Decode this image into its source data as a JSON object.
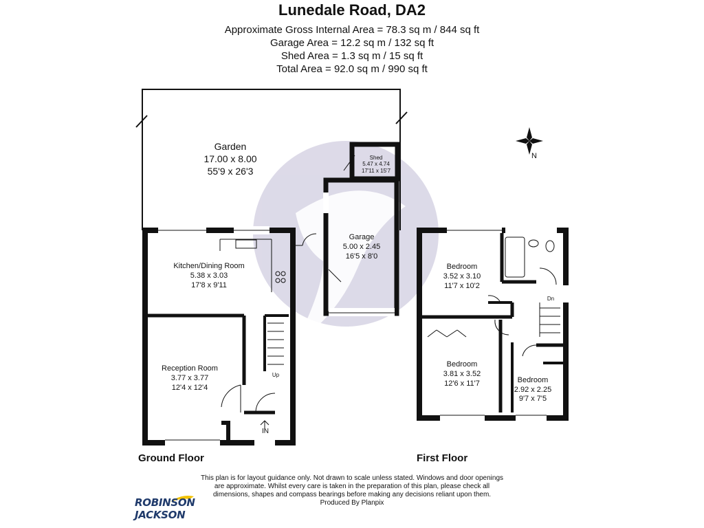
{
  "header": {
    "title": "Lunedale Road, DA2",
    "areas": [
      "Approximate Gross Internal Area = 78.3 sq m / 844 sq ft",
      "Garage Area = 12.2 sq m / 132 sq ft",
      "Shed Area = 1.3 sq m / 15 sq ft",
      "Total Area = 92.0 sq m / 990 sq ft"
    ]
  },
  "rooms": {
    "garden": {
      "name": "Garden",
      "metric": "17.00 x 8.00",
      "imperial": "55'9 x 26'3"
    },
    "shed": {
      "name": "Shed",
      "metric": "5.47 x 4.74",
      "imperial": "17'11 x 15'7"
    },
    "garage": {
      "name": "Garage",
      "metric": "5.00 x 2.45",
      "imperial": "16'5 x 8'0"
    },
    "kitchen": {
      "name": "Kitchen/Dining Room",
      "metric": "5.38 x 3.03",
      "imperial": "17'8 x 9'11"
    },
    "reception": {
      "name": "Reception Room",
      "metric": "3.77 x 3.77",
      "imperial": "12'4 x 12'4"
    },
    "bedroom1": {
      "name": "Bedroom",
      "metric": "3.52 x 3.10",
      "imperial": "11'7 x 10'2"
    },
    "bedroom2": {
      "name": "Bedroom",
      "metric": "3.81 x 3.52",
      "imperial": "12'6 x 11'7"
    },
    "bedroom3": {
      "name": "Bedroom",
      "metric": "2.92 x 2.25",
      "imperial": "9'7 x 7'5"
    }
  },
  "markers": {
    "stairs_up": "Up",
    "stairs_down": "Dn",
    "entrance": "IN",
    "compass": "N"
  },
  "floors": {
    "ground": "Ground Floor",
    "first": "First Floor"
  },
  "disclaimer": [
    "This plan is for layout guidance only. Not drawn to scale unless stated. Windows and door openings",
    "are approximate. Whilst every care is taken in the preparation of this plan, please check all",
    "dimensions, shapes and compass bearings before making any decisions reliant upon them.",
    "Produced By Planpix"
  ],
  "logo": {
    "line1": "ROBINSON",
    "line2": "JACKSON"
  },
  "colors": {
    "wall": "#111111",
    "watermark": "#d7d4e4",
    "logo": "#1f3a6b",
    "logo_accent": "#f2c200"
  }
}
